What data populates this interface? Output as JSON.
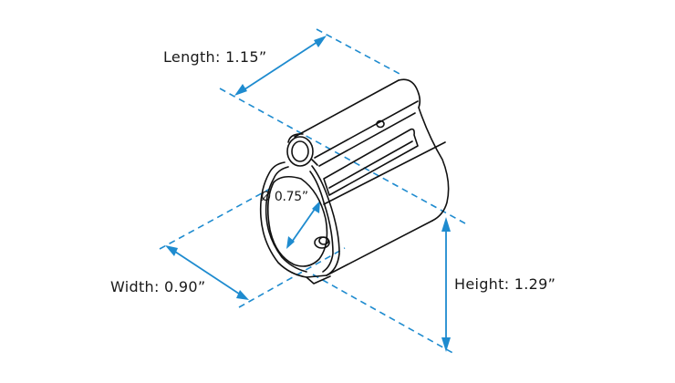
{
  "diagram": {
    "subject": "gas block isometric drawing",
    "accent_color": "#1E8BCF",
    "line_color": "#111111",
    "dimensions": {
      "length": {
        "label": "Length: 1.15”",
        "value": "1.15”"
      },
      "width": {
        "label": "Width: 0.90”",
        "value": "0.90”"
      },
      "height": {
        "label": "Height: 1.29”",
        "value": "1.29”"
      },
      "diameter": {
        "label": "Ø 0.75”",
        "value": "0.75”"
      }
    }
  }
}
